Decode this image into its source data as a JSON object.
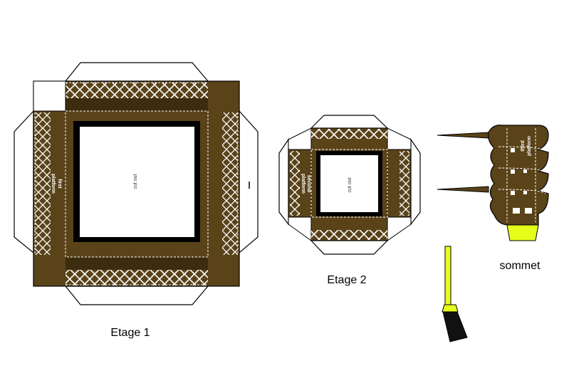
{
  "pieces": {
    "etage1": {
      "caption": "Etage 1",
      "center_label": "cut out",
      "side_label_1": "first",
      "side_label_2": "platform"
    },
    "etage2": {
      "caption": "Etage 2",
      "center_label": "cut out",
      "side_label_1": "second",
      "side_label_2": "platform"
    },
    "sommet": {
      "caption": "sommet",
      "side_label_1": "third",
      "side_label_2": "platform"
    }
  },
  "colors": {
    "structure": "#5a4319",
    "dark": "#3d2d0f",
    "tab": "#e6ff1a",
    "outline": "#000000",
    "paper": "#ffffff"
  }
}
